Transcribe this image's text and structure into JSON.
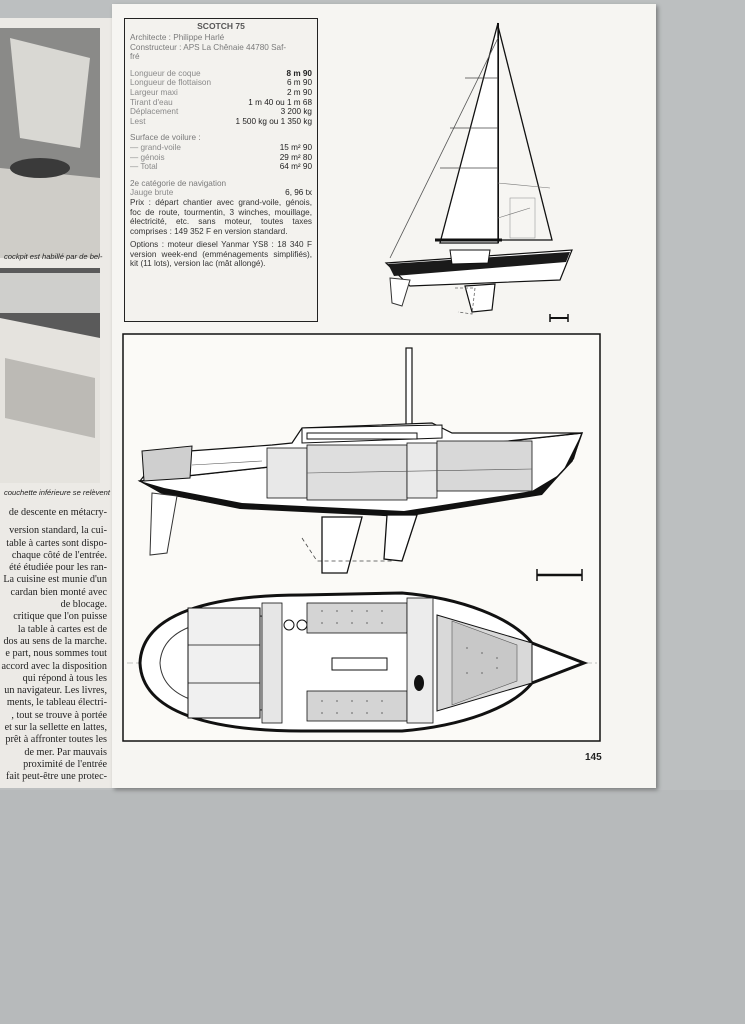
{
  "spec": {
    "title": "SCOTCH 75",
    "architect": "Architecte : Philippe Harlé",
    "builder": "Constructeur : APS La Chênaie 44780 Saf-",
    "builder_cont": "fré",
    "rows1": [
      {
        "label": "Longueur de coque",
        "value": "8 m 90",
        "bold": true
      },
      {
        "label": "Longueur de flottaison",
        "value": "6 m 90",
        "bold": false
      },
      {
        "label": "Largeur maxi",
        "value": "2 m 90",
        "bold": false
      },
      {
        "label": "Tirant d'eau",
        "value": "1 m 40 ou 1 m 68",
        "bold": false
      },
      {
        "label": "Déplacement",
        "value": "3 200 kg",
        "bold": false
      },
      {
        "label": "Lest",
        "value": "1 500 kg ou 1 350 kg",
        "bold": false
      }
    ],
    "sail_head": "Surface de voilure :",
    "rows2": [
      {
        "label": "— grand-voile",
        "value": "15 m² 90"
      },
      {
        "label": "— génois",
        "value": "29 m² 80"
      },
      {
        "label": "— Total",
        "value": "64 m² 90"
      }
    ],
    "nav_cat": "2e catégorie de navigation",
    "jauge_label": "Jauge brute",
    "jauge_value": "6, 96 tx",
    "price": "Prix : départ chantier avec grand-voile, génois, foc de route, tourmentin, 3 winches, mouillage, électricité, etc. sans moteur, toutes taxes comprises : 149 352 F en version standard.",
    "options": "Options : moteur diesel Yanmar YS8 : 18 340 F version week-end (emménagements simplifiés), kit (11 lots), version lac (mât allongé)."
  },
  "left_captions": {
    "cap1": "cockpit est habillé par de bel-",
    "cap2": "couchette inférieure se relèvent"
  },
  "left_text": [
    "de descente en métacry-",
    "",
    "version standard, la cui-",
    "table à cartes sont dispo-",
    "chaque côté de l'entrée.",
    "été étudiée pour les ran-",
    "La cuisine est munie d'un",
    "cardan bien monté avec",
    "de blocage.",
    "critique que l'on puisse",
    "la table à cartes est de",
    "dos au sens de la marche.",
    "e part, nous sommes tout",
    "accord avec la disposition",
    "qui répond à tous les",
    "un navigateur. Les livres,",
    "ments, le tableau électri-",
    ", tout se trouve à portée",
    "et sur la sellette en lattes,",
    "prêt à affronter toutes les",
    "de mer. Par mauvais",
    "proximité de l'entrée",
    "fait peut-être une protec-"
  ],
  "page_number": "145"
}
